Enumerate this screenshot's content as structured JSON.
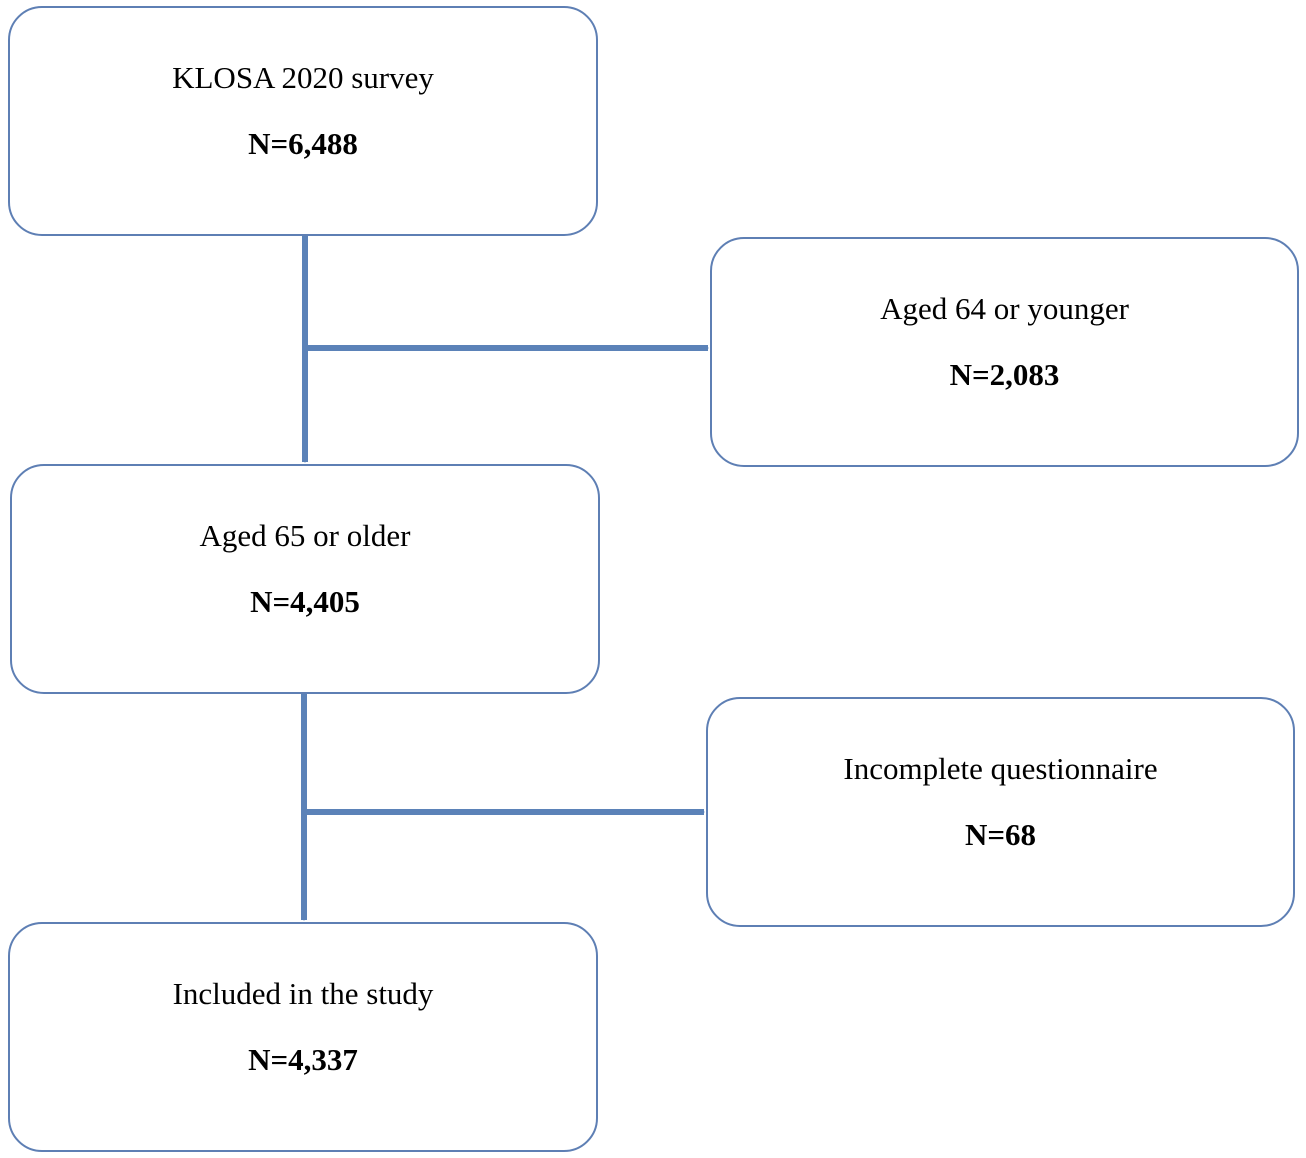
{
  "boxes": [
    {
      "id": "klosa-2020-survey",
      "label": "KLOSA 2020 survey",
      "count": "N=6,488"
    },
    {
      "id": "aged-64-or-younger",
      "label": "Aged 64 or younger",
      "count": "N=2,083"
    },
    {
      "id": "aged-65-or-older",
      "label": "Aged 65 or older",
      "count": "N=4,405"
    },
    {
      "id": "incomplete-questionnaire",
      "label": "Incomplete questionnaire",
      "count": "N=68"
    },
    {
      "id": "included-in-the-study",
      "label": "Included in the study",
      "count": "N=4,337"
    }
  ],
  "colors": {
    "box_border": "#5e7fb4",
    "arrow": "#5b82b8",
    "text": "#000000"
  }
}
